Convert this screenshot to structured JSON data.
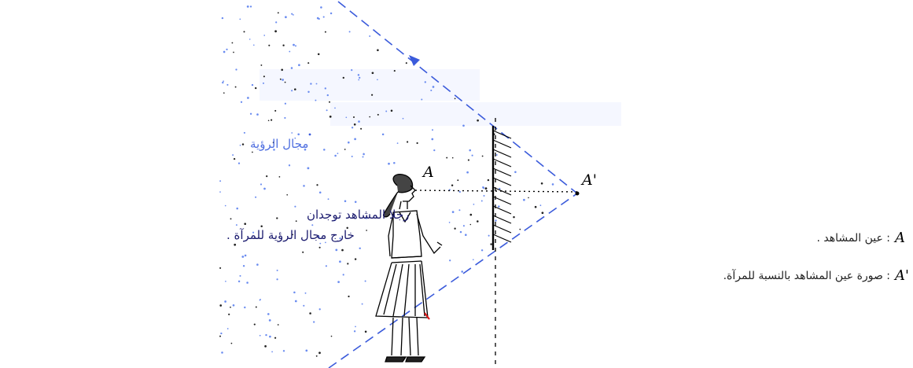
{
  "labels": {
    "field_of_view": "مجال الرؤية",
    "feet_note_line1": "رجلا المشاهد توجدان",
    "feet_note_line2": "خارج مجال الرؤية للمرآة .",
    "point_eye": "A",
    "point_image": "A'"
  },
  "legend": [
    {
      "symbol": "A",
      "text": ": عين المشاهد ."
    },
    {
      "symbol": "A'",
      "text": ": صورة عين المشاهد بالنسبة للمرآة."
    }
  ],
  "colors": {
    "field_lines": "#3b5bdb",
    "field_dots": "#6a8cf0",
    "field_label": "#4f6fe0",
    "note_text": "#1a1a6e",
    "mirror": "#000000"
  }
}
